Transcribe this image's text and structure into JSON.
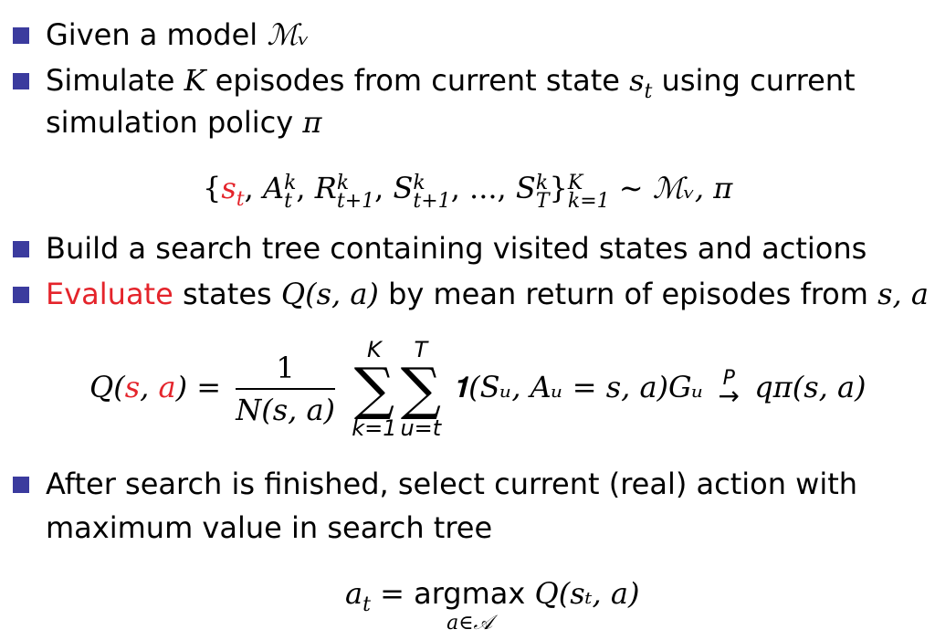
{
  "bullets": [
    {
      "text": "Given a model ",
      "math": "ℳᵥ"
    },
    {
      "text_before": "Simulate ",
      "var": "K",
      "text_after": " episodes from current state ",
      "state": "s",
      "state_sub": "t",
      "text_end": " using current"
    },
    {
      "text": "simulation policy ",
      "math": "π"
    },
    {
      "text": "Build a search tree containing visited states and actions"
    },
    {
      "highlight": "Evaluate",
      "text": " states ",
      "qexpr": "Q(s, a)",
      "text_after": " by mean return of episodes from ",
      "end": "s, a"
    },
    {
      "text": "After search is finished, select current (real) action with"
    },
    {
      "text": "maximum value in search tree"
    }
  ],
  "eq1": {
    "open": "{",
    "s": "s",
    "s_sub": "t",
    "a": "A",
    "a_sup": "k",
    "a_sub": "t",
    "r": "R",
    "r_sup": "k",
    "r_sub": "t+1",
    "S": "S",
    "S_sup": "k",
    "S_sub": "t+1",
    "dots": "...",
    "ST": "S",
    "ST_sup": "k",
    "ST_sub": "T",
    "close": "}",
    "close_sup": "K",
    "close_sub": "k=1",
    "tail": " ∼ ℳᵥ, π"
  },
  "eq2": {
    "lhs_q": "Q(",
    "lhs_s": "s",
    "lhs_comma": ", ",
    "lhs_a": "a",
    "lhs_close": ")",
    "eq": "=",
    "num": "1",
    "den": "N(s, a)",
    "sum1_top": "K",
    "sum1_bot": "k=1",
    "sum2_top": "T",
    "sum2_bot": "u=t",
    "sum_sym": "∑",
    "body": "𝟏(Sᵤ, Aᵤ = s, a)Gᵤ",
    "arrow_top": "P",
    "arrow": "→",
    "rhs": "qπ(s, a)"
  },
  "eq3": {
    "lhs": "a",
    "lhs_sub": "t",
    "eq": "=",
    "op": "argmax",
    "op_sub": "a∈𝒜",
    "rhs": "Q(sₜ, a)"
  }
}
